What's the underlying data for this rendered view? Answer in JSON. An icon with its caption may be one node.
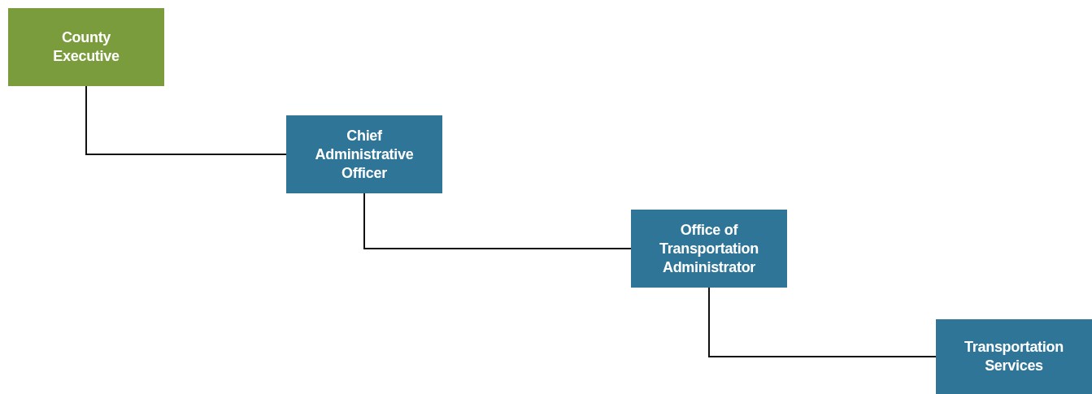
{
  "diagram": {
    "nodes": [
      {
        "text": [
          "County Executive"
        ]
      },
      {
        "text": [
          "Chief Administrative Officer"
        ]
      },
      {
        "text": [
          "Office of Transportation Administrator"
        ]
      },
      {
        "text": [
          "Transportation Services"
        ]
      }
    ],
    "edges": [
      {
        "from": 0,
        "to": 1,
        "arrow": "none"
      },
      {
        "from": 1,
        "to": 2,
        "arrow": "none"
      },
      {
        "from": 2,
        "to": 3,
        "arrow": "none"
      }
    ]
  }
}
